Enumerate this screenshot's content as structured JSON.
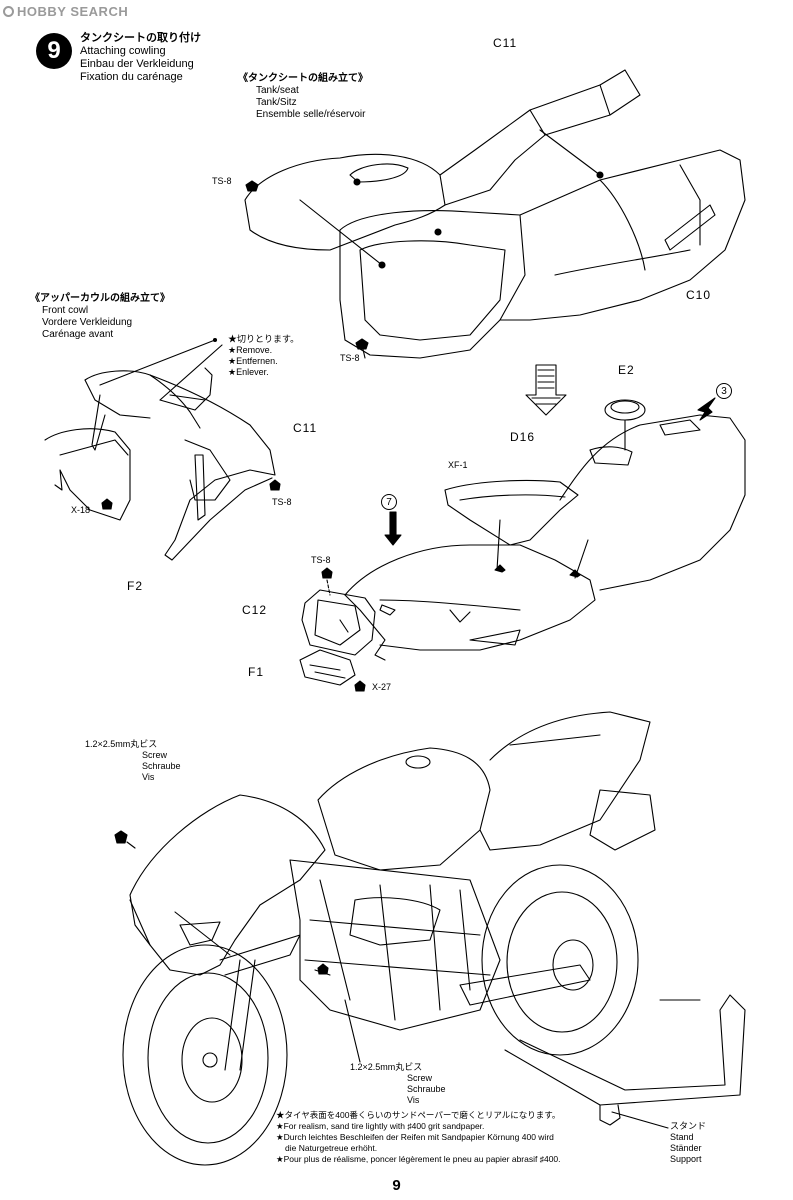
{
  "watermark": {
    "text": "HOBBY SEARCH"
  },
  "step": {
    "number": "9",
    "title_jp": "タンクシートの取り付け",
    "title_en": "Attaching cowling",
    "title_de": "Einbau der Verkleidung",
    "title_fr": "Fixation du carénage"
  },
  "tank_seat": {
    "heading_jp": "《タンクシートの組み立て》",
    "en": "Tank/seat",
    "de": "Tank/Sitz",
    "fr": "Ensemble selle/réservoir"
  },
  "front_cowl": {
    "heading_jp": "《アッパーカウルの組み立て》",
    "en": "Front cowl",
    "de": "Vordere Verkleidung",
    "fr": "Carénage avant"
  },
  "remove_note": {
    "jp": "★切りとります。",
    "en": "★Remove.",
    "de": "★Entfernen.",
    "fr": "★Enlever."
  },
  "parts": {
    "c11_top": "C11",
    "c10": "C10",
    "ts8_a": "TS-8",
    "ts8_b": "TS-8",
    "c11_cowl": "C11",
    "ts8_c": "TS-8",
    "x18": "X-18",
    "f2": "F2",
    "e2": "E2",
    "d16": "D16",
    "xf1": "XF-1",
    "ts8_d": "TS-8",
    "c12": "C12",
    "f1": "F1",
    "x27": "X-27",
    "circle3": "3",
    "circle7": "7"
  },
  "screw_top": {
    "size": "1.2×2.5mm丸ビス",
    "en": "Screw",
    "de": "Schraube",
    "fr": "Vis"
  },
  "screw_mid": {
    "size": "1.2×2.5mm丸ビス",
    "en": "Screw",
    "de": "Schraube",
    "fr": "Vis"
  },
  "tire_note": {
    "jp": "★タイヤ表面を400番くらいのサンドペーパーで磨くとリアルになります。",
    "en": "★For realism, sand tire lightly with ♯400 grit sandpaper.",
    "de1": "★Durch leichtes Beschleifen der Reifen mit Sandpapier Körnung 400 wird",
    "de2": "die Naturgetreue erhöht.",
    "fr": "★Pour plus de réalisme, poncer légèrement le pneu au papier abrasif ♯400."
  },
  "stand": {
    "jp": "スタンド",
    "en": "Stand",
    "de": "Ständer",
    "fr": "Support"
  },
  "page_number": "9"
}
